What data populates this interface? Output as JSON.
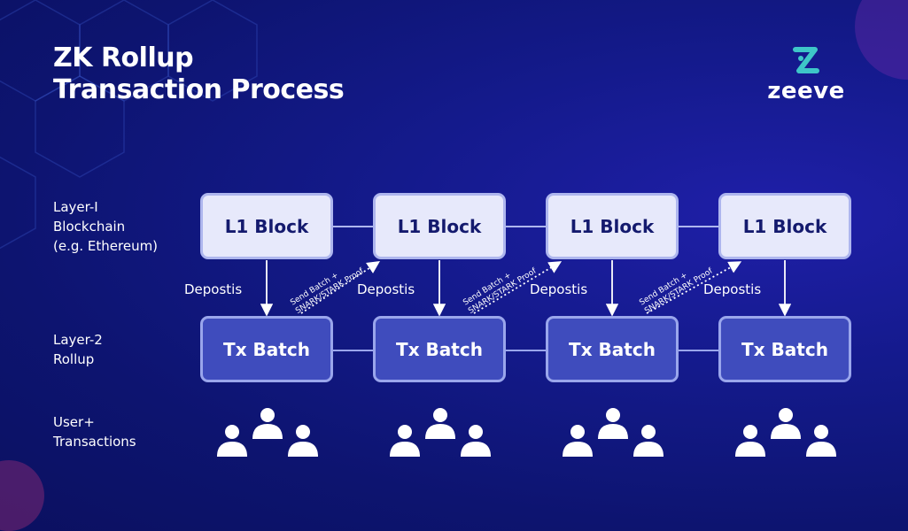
{
  "title": {
    "line1": "ZK Rollup",
    "line2": "Transaction Process"
  },
  "logo": {
    "wordmark": "zeeve",
    "icon": "zeeve-logo-icon"
  },
  "row_labels": {
    "layer1": [
      "Layer-I",
      "Blockchain",
      "(e.g. Ethereum)"
    ],
    "layer2": [
      "Layer-2",
      "Rollup"
    ],
    "users": [
      "User+",
      "Transactions"
    ]
  },
  "l1_blocks": [
    "L1 Block",
    "L1 Block",
    "L1 Block",
    "L1 Block"
  ],
  "tx_batches": [
    "Tx Batch",
    "Tx Batch",
    "Tx Batch",
    "Tx Batch"
  ],
  "deposits": [
    "Depostis",
    "Depostis",
    "Depostis",
    "Depostis"
  ],
  "proof_labels": [
    {
      "line1": "Send Batch +",
      "line2": "SNARK/STARK Proof"
    },
    {
      "line1": "Send Batch +",
      "line2": "SNARK/STARK Proof"
    },
    {
      "line1": "Send Batch +",
      "line2": "SNARK/STARK Proof"
    }
  ],
  "colors": {
    "background": "#0d1470",
    "l1_fill": "#e7e9fb",
    "l1_text": "#141a6e",
    "tx_fill": "#3f4cbd",
    "border": "#9aa6ec",
    "accent_logo": "#3ec6c8"
  }
}
